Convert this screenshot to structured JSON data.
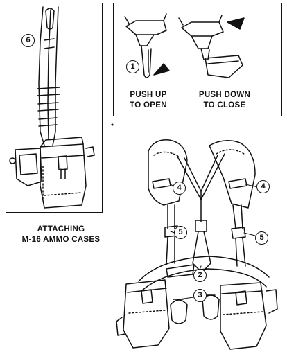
{
  "panels": {
    "left_caption_line1": "ATTACHING",
    "left_caption_line2": "M-16 AMMO CASES",
    "clip_open_line1": "PUSH UP",
    "clip_open_line2": "TO OPEN",
    "clip_close_line1": "PUSH DOWN",
    "clip_close_line2": "TO CLOSE"
  },
  "callouts": {
    "c1": "1",
    "c2": "2",
    "c3": "3",
    "c4a": "4",
    "c4b": "4",
    "c5a": "5",
    "c5b": "5",
    "c6": "6"
  },
  "colors": {
    "ink": "#111111",
    "paper": "#ffffff"
  }
}
